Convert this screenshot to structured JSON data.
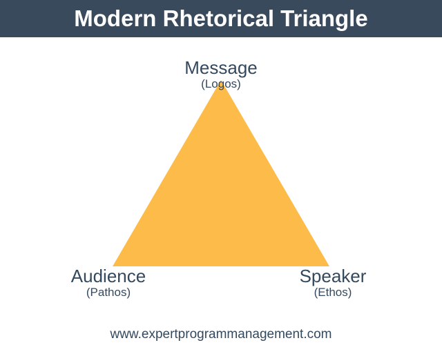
{
  "title": "Modern Rhetorical Triangle",
  "vertices": {
    "top": {
      "label": "Message",
      "sub": "(Logos)"
    },
    "left": {
      "label": "Audience",
      "sub": "(Pathos)"
    },
    "right": {
      "label": "Speaker",
      "sub": "(Ethos)"
    }
  },
  "footer": "www.expertprogrammanagement.com",
  "colors": {
    "header": "#3a4a5d",
    "triangle": "#fdbb4a",
    "text": "#34495e"
  }
}
